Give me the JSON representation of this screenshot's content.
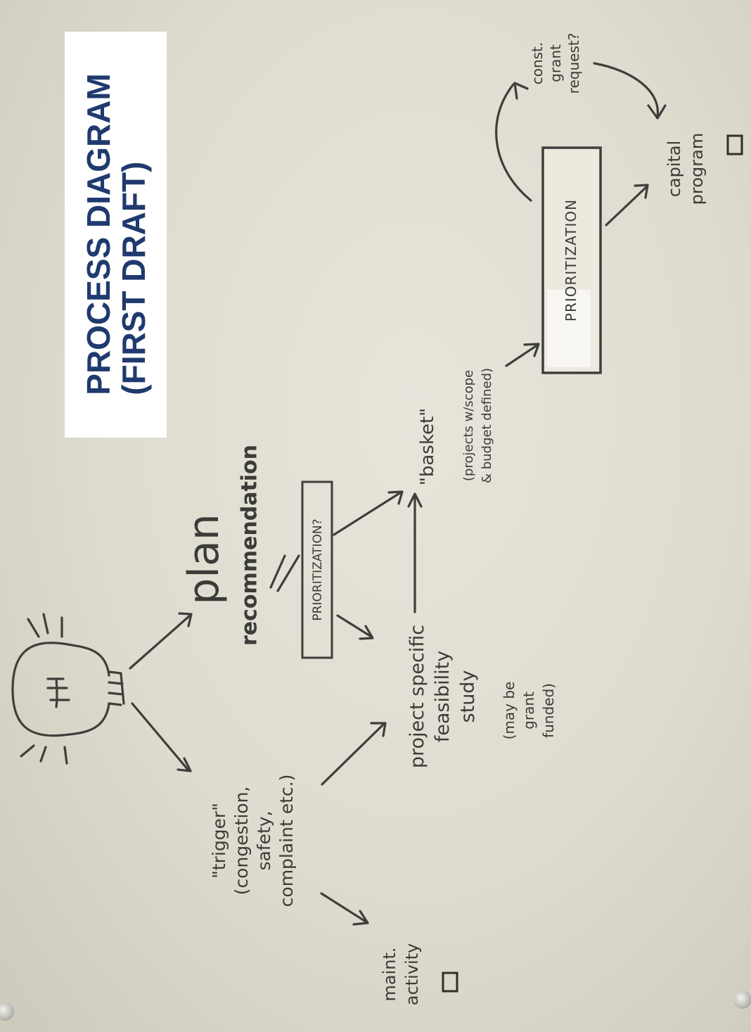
{
  "title": {
    "line1": "PROCESS DIAGRAM",
    "line2": "(FIRST DRAFT)"
  },
  "nodes": {
    "idea_icon": "lightbulb-icon",
    "plan": "plan",
    "recommendation": "recommendation",
    "trigger": "\"trigger\"\n(congestion,\nsafety,\ncomplaint etc.)",
    "maint_activity": "maint.\nactivity",
    "prioritization_q": "PRIORITIZATION?",
    "feasibility": "project specific\nfeasibility\nstudy",
    "feasibility_note": "(may be\ngrant\nfunded)",
    "basket": "\"basket\"",
    "basket_note": "(projects w/scope\n& budget defined)",
    "prioritization": "PRIORITIZATION",
    "capital_program": "capital\nprogram",
    "grant_request": "const.\ngrant\nrequest?"
  },
  "checkboxes": [
    {
      "name": "maint-activity-checkbox",
      "checked": false
    },
    {
      "name": "capital-program-checkbox",
      "checked": false
    }
  ]
}
